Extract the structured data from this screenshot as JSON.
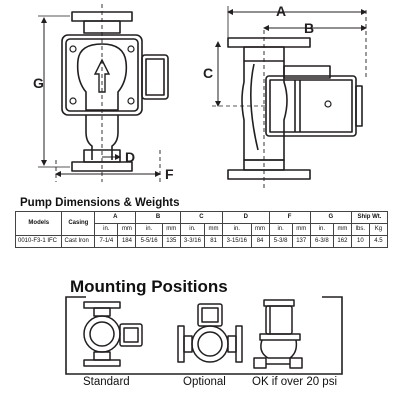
{
  "diagram": {
    "labels": {
      "a": "A",
      "b": "B",
      "c": "C",
      "d": "D",
      "f": "F",
      "g": "G"
    }
  },
  "dimensions": {
    "title": "Pump Dimensions & Weights",
    "headers": {
      "models": "Models",
      "casing": "Casing",
      "groups": [
        "A",
        "B",
        "C",
        "D",
        "F",
        "G"
      ],
      "ship_wt": "Ship Wt.",
      "units": [
        "in.",
        "mm",
        "in.",
        "mm",
        "in.",
        "mm",
        "in.",
        "mm",
        "in.",
        "mm",
        "in.",
        "mm",
        "lbs.",
        "Kg"
      ]
    },
    "rows": [
      {
        "model": "0010-F3-1  IFC",
        "casing": "Cast Iron",
        "values": [
          "7-1/4",
          "184",
          "5-5/16",
          "135",
          "3-3/16",
          "81",
          "3-15/16",
          "84",
          "5-3/8",
          "137",
          "6-3/8",
          "162",
          "10",
          "4.5"
        ]
      }
    ]
  },
  "mounting": {
    "title": "Mounting Positions",
    "captions": [
      "Standard",
      "Optional",
      "OK if over 20 psi"
    ]
  },
  "colors": {
    "line": "#231f20",
    "pump_fill": "#ffffff"
  }
}
